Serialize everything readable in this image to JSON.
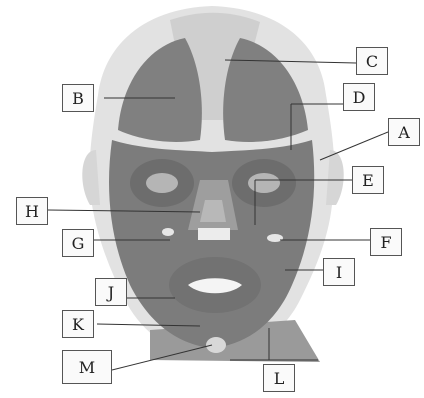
{
  "diagram": {
    "labels": {
      "A": "A",
      "B": "B",
      "C": "C",
      "D": "D",
      "E": "E",
      "F": "F",
      "G": "G",
      "H": "H",
      "I": "I",
      "J": "J",
      "K": "K",
      "L": "L",
      "M": "M"
    },
    "colors": {
      "skin_outline": "#e2e2e2",
      "forehead_pale": "#cfcfcf",
      "muscle": "#808080",
      "muscle_dark": "#6a6a6a",
      "eye_pale": "#b5b5b5",
      "nose": "#b8b8b8",
      "teeth": "#ececec",
      "lips": "#f4f4f4",
      "leader_line": "#333333",
      "box_border": "#555555"
    }
  }
}
